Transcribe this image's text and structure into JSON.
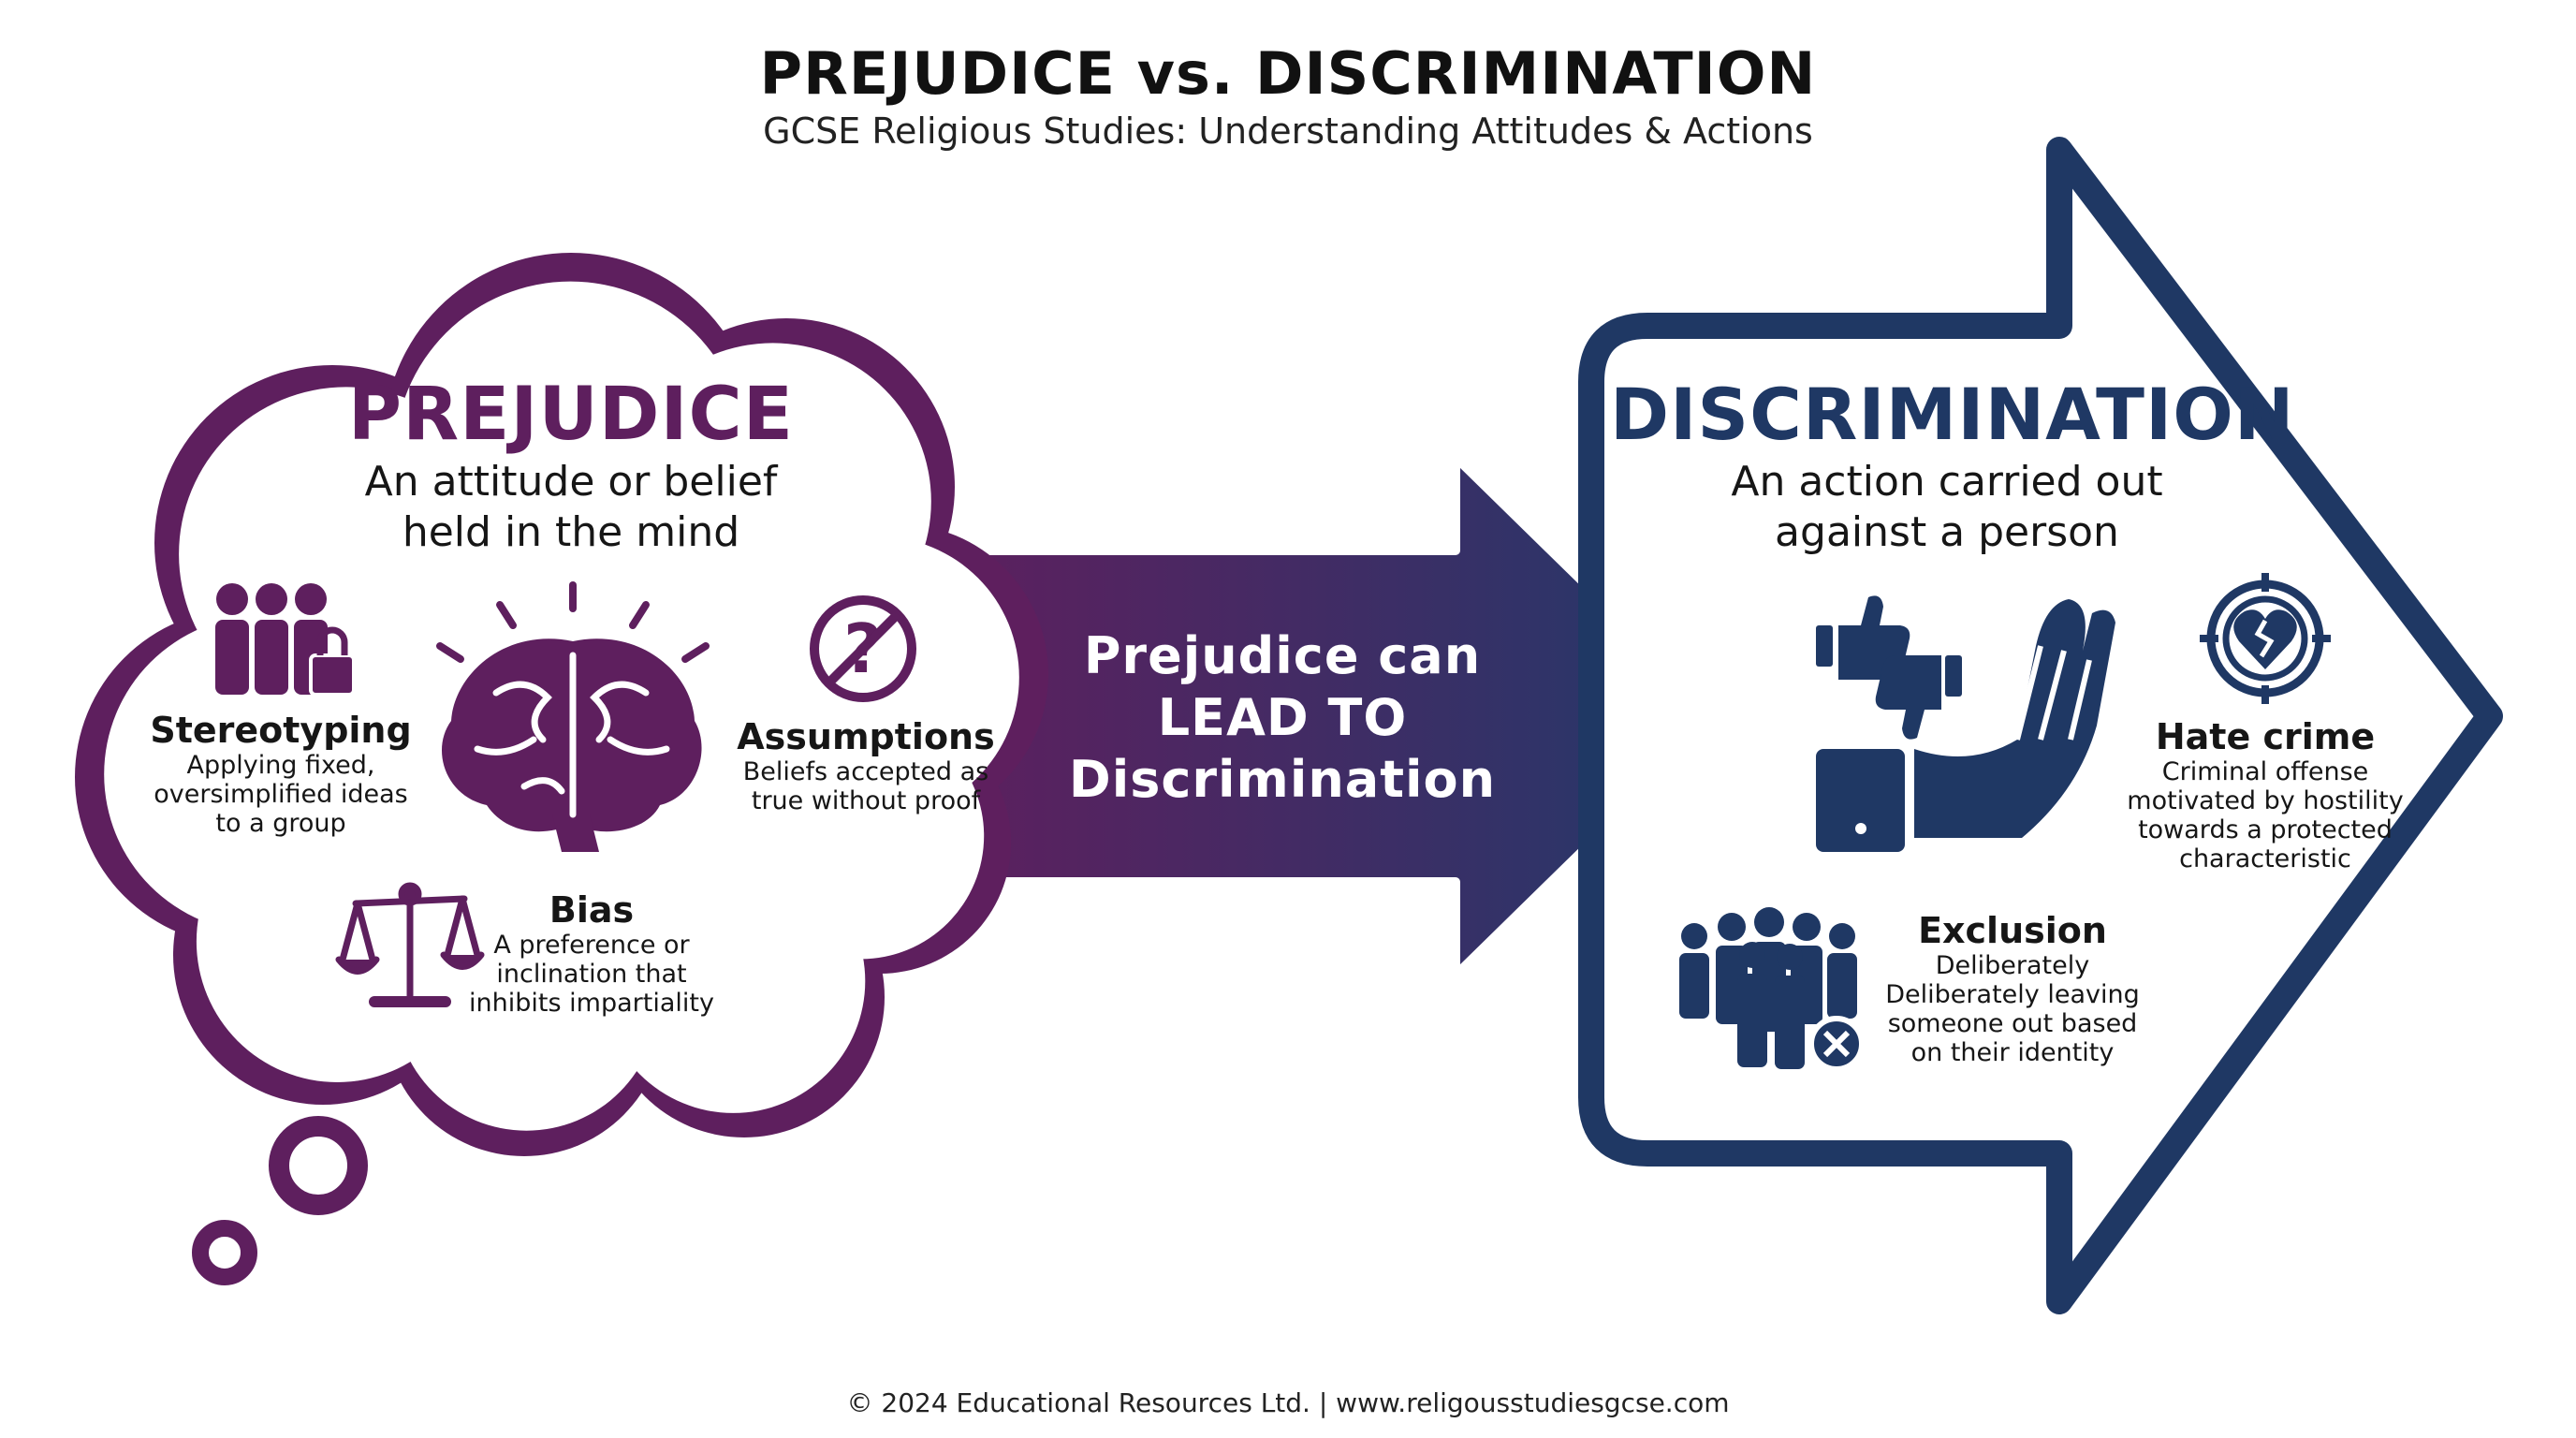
{
  "header": {
    "title": "PREJUDICE vs. DISCRIMINATION",
    "subtitle": "GCSE Religious Studies: Understanding Attitudes & Actions"
  },
  "prejudice": {
    "heading": "PREJUDICE",
    "definition_line1": "An attitude or belief",
    "definition_line2": "held in the mind",
    "stereotyping": {
      "title": "Stereotyping",
      "desc_line1": "Applying fixed,",
      "desc_line2": "oversimplified ideas",
      "desc_line3": "to a group"
    },
    "assumptions": {
      "title": "Assumptions",
      "desc_line1": "Beliefs accepted as",
      "desc_line2": "true without proof"
    },
    "bias": {
      "title": "Bias",
      "desc_line1": "A preference or",
      "desc_line2": "inclination that",
      "desc_line3": "inhibits impartiality"
    }
  },
  "connector": {
    "line1": "Prejudice can",
    "line2": "LEAD TO",
    "line3": "Discrimination"
  },
  "discrimination": {
    "heading": "DISCRIMINATION",
    "definition_line1": "An action carried out",
    "definition_line2": "against a person",
    "hate_crime": {
      "title": "Hate crime",
      "desc_line1": "Criminal offense",
      "desc_line2": "motivated by hostility",
      "desc_line3": "towards a protected",
      "desc_line4": "characteristic"
    },
    "exclusion": {
      "title": "Exclusion",
      "desc_line1": "Deliberately",
      "desc_line2": "Deliberately leaving",
      "desc_line3": "someone out based",
      "desc_line4": "on their identity"
    }
  },
  "footer": {
    "text": "© 2024 Educational Resources Ltd. | www.religousstudiesgcse.com"
  },
  "colors": {
    "prejudice_purple": "#5e1f5e",
    "discrimination_navy": "#1f3864"
  },
  "icons": [
    "people-lock-icon",
    "brain-icon",
    "question-prohibited-icon",
    "scales-icon",
    "thumbs-up-down-icon",
    "stop-hand-icon",
    "broken-heart-target-icon",
    "crowd-excluded-icon"
  ]
}
